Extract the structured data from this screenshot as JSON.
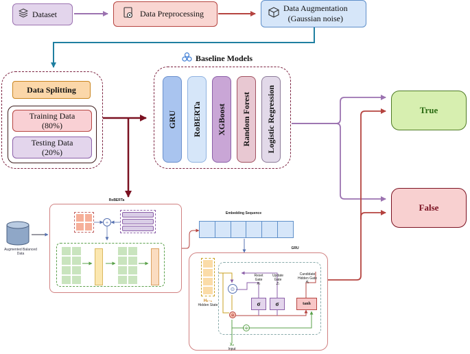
{
  "pipeline": {
    "dataset": "Dataset",
    "preprocessing": "Data Preprocessing",
    "augmentation_line1": "Data Augmentation",
    "augmentation_line2": "(Gaussian noise)"
  },
  "splitting": {
    "title": "Data Splitting",
    "training_line1": "Training Data",
    "training_line2": "(80%)",
    "testing_line1": "Testing Data",
    "testing_line2": "(20%)"
  },
  "baseline": {
    "title": "Baseline Models",
    "models": [
      "GRU",
      "RoBERTa",
      "XGBoost",
      "Random Forest",
      "Logistic Regression"
    ]
  },
  "outputs": {
    "true_label": "True",
    "false_label": "False"
  },
  "roberta_detail": {
    "title": "RoBERTa",
    "input_line1": "Augmented Balanced",
    "input_line2": "Data"
  },
  "embedding": {
    "title": "Embedding Sequence"
  },
  "gru_detail": {
    "title": "GRU",
    "hidden_symbol": "Hₜ₋₁",
    "hidden_label": "Hidden State",
    "input_symbol": "Xₜ",
    "input_label": "Input",
    "reset_line1": "Reset",
    "reset_line2": "Gate",
    "reset_symbol": "Rₜ",
    "update_line1": "Update",
    "update_line2": "Gate",
    "update_symbol": "Zₜ",
    "candidate_line1": "Candidate",
    "candidate_line2": "Hidden Gate",
    "candidate_symbol": "Ĥₜ",
    "sigma": "σ",
    "tanh": "tanh",
    "plus": "⊕",
    "times": "⊙",
    "one_minus": "1-"
  },
  "colors": {
    "purple_arrow": "#9b72b0",
    "red_arrow": "#b5433f",
    "teal_arrow": "#1f7fa0",
    "dark_red": "#7a1020",
    "gru_blue": "#a9c4ef",
    "roberta_blue": "#d6e6f9",
    "xgboost_purple": "#c9a6d6",
    "rf_pink": "#e8c8d2",
    "lr_lavender": "#e2d9e9",
    "true_green": "#d7efb0",
    "false_pink": "#f8d0d0"
  },
  "icons": [
    "layers-icon",
    "gear-document-icon",
    "cube-icon",
    "model-cluster-icon",
    "database-icon"
  ]
}
